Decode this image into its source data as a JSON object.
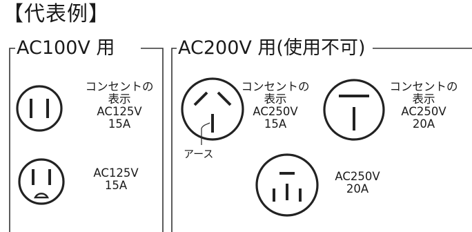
{
  "title": "【代表例】",
  "groups": [
    {
      "title": "AC100V 用",
      "outlets": [
        {
          "label_lines": [
            "コンセントの",
            "表示",
            "AC125V",
            "15A"
          ]
        },
        {
          "label_lines": [
            "AC125V",
            "15A"
          ]
        }
      ]
    },
    {
      "title": "AC200V 用(使用不可)",
      "outlets": [
        {
          "label_lines": [
            "コンセントの",
            "表示",
            "AC250V",
            "15A"
          ],
          "ground_label": "アース"
        },
        {
          "label_lines": [
            "コンセントの",
            "表示",
            "AC250V",
            "20A"
          ]
        },
        {
          "label_lines": [
            "AC250V",
            "20A"
          ]
        }
      ]
    }
  ]
}
